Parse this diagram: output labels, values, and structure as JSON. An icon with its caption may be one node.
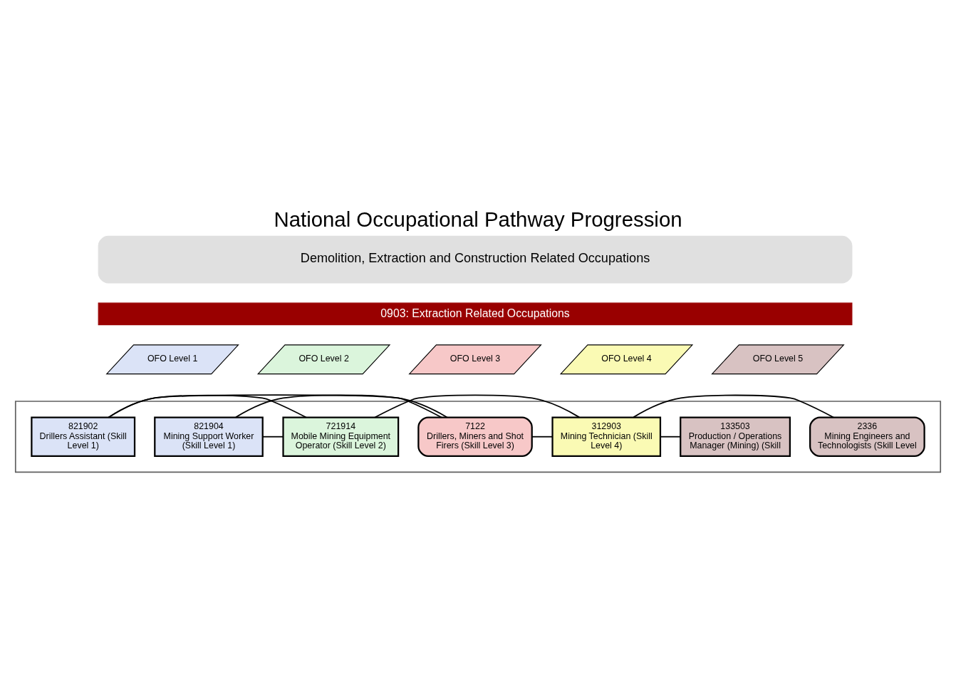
{
  "diagram": {
    "title": "National Occupational Pathway Progression",
    "nodes": [
      {
        "text": [
          "Demolition, Extraction and Construction Related Occupations"
        ]
      },
      {
        "text": [
          "0903: Extraction Related Occupations"
        ]
      },
      {
        "text": [
          "OFO Level 1"
        ]
      },
      {
        "text": [
          "OFO Level 2"
        ]
      },
      {
        "text": [
          "OFO Level 3"
        ]
      },
      {
        "text": [
          "OFO Level 4"
        ]
      },
      {
        "text": [
          "OFO Level 5"
        ]
      },
      {
        "text": [],
        "shape": "box"
      },
      {
        "text": [
          "821902",
          "Drillers Assistant (Skill Level 1)"
        ],
        "in": 7
      },
      {
        "text": [
          "821904",
          "Mining Support Worker (Skill Level 1)"
        ],
        "in": 7
      },
      {
        "text": [
          "7122",
          "Drillers, Miners and Shot Firers (Skill Level 3)"
        ],
        "in": 7
      },
      {
        "text": [
          "721914",
          "Mobile Mining Equipment Operator (Skill Level 2)"
        ],
        "in": 7
      },
      {
        "text": [
          "312903",
          "Mining Technician (Skill Level 4)"
        ],
        "in": 7
      },
      {
        "text": [
          "133503",
          "Production / Operations Manager (Mining) (Skill"
        ],
        "in": 7
      },
      {
        "text": [
          "2336",
          "Mining Engineers and Technologists (Skill Level"
        ],
        "in": 7
      }
    ],
    "edges": [
      {
        "from": 8,
        "to": 10,
        "arrow": "none"
      },
      {
        "from": 8,
        "to": 11,
        "arrow": "none"
      },
      {
        "from": 9,
        "to": 10,
        "arrow": "none"
      },
      {
        "from": 9,
        "to": 11,
        "arrow": "none"
      },
      {
        "from": 10,
        "to": 12,
        "arrow": "none"
      },
      {
        "from": 11,
        "to": 12,
        "arrow": "none"
      },
      {
        "from": 12,
        "to": 13,
        "arrow": "none"
      },
      {
        "from": 12,
        "to": 14,
        "arrow": "none"
      }
    ]
  }
}
